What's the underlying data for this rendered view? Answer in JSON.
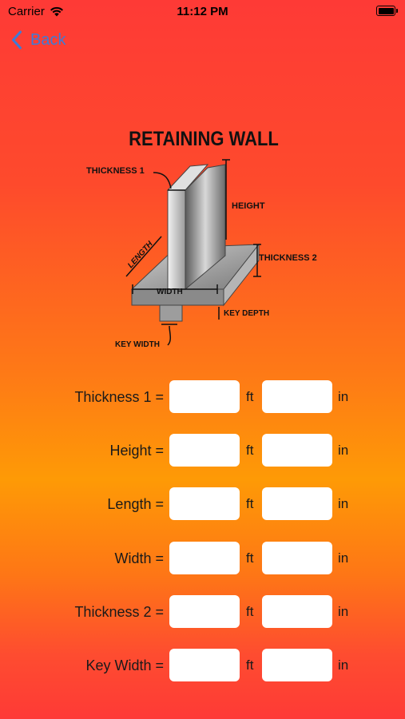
{
  "status_bar": {
    "carrier": "Carrier",
    "time": "11:12 PM"
  },
  "nav": {
    "back_label": "Back"
  },
  "diagram": {
    "title": "RETAINING WALL",
    "labels": {
      "thickness1": "THICKNESS 1",
      "height": "HEIGHT",
      "thickness2": "THICKNESS 2",
      "length": "LENGTH",
      "width": "WIDTH",
      "key_depth": "KEY DEPTH",
      "key_width": "KEY WIDTH"
    }
  },
  "form": {
    "unit_ft": "ft",
    "unit_in": "in",
    "rows": [
      {
        "label": "Thickness 1 =",
        "ft_value": "",
        "in_value": ""
      },
      {
        "label": "Height =",
        "ft_value": "",
        "in_value": ""
      },
      {
        "label": "Length =",
        "ft_value": "",
        "in_value": ""
      },
      {
        "label": "Width =",
        "ft_value": "",
        "in_value": ""
      },
      {
        "label": "Thickness 2 =",
        "ft_value": "",
        "in_value": ""
      },
      {
        "label": "Key Width =",
        "ft_value": "",
        "in_value": ""
      }
    ]
  },
  "colors": {
    "accent": "#3e7bd6",
    "background_top": "#fe3a36",
    "background_mid": "#fe9a06"
  }
}
